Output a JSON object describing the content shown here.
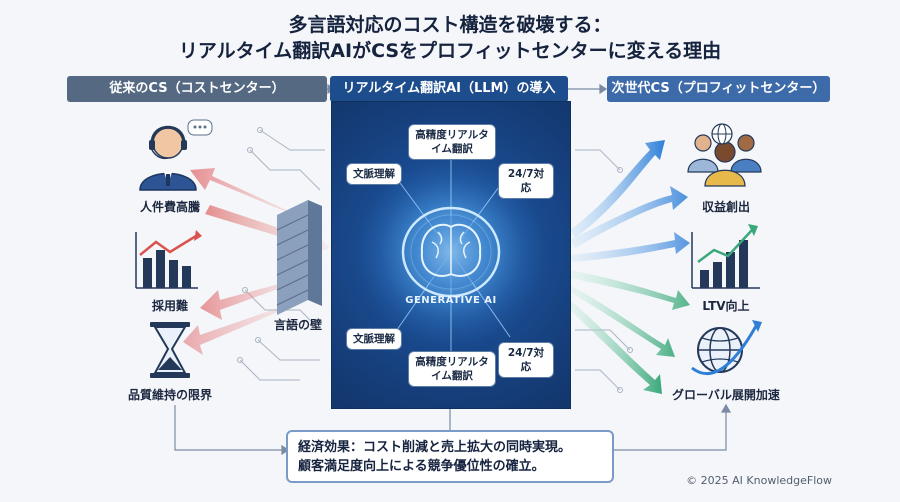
{
  "title": {
    "line1": "多言語対応のコスト構造を破壊する：",
    "line2": "リアルタイム翻訳AIがCSをプロフィットセンターに変える理由"
  },
  "headers": {
    "left": "従来のCS（コストセンター）",
    "middle": "リアルタイム翻訳AI（LLM）の導入",
    "right": "次世代CS（プロフィットセンター）"
  },
  "left_items": {
    "item1": "人件費高騰",
    "item2": "採用難",
    "item3": "品質維持の限界",
    "wall": "言語の壁"
  },
  "center": {
    "ai_label": "GENERATIVE AI",
    "top_bubbles": {
      "accuracy": "高精度リアルタイム翻訳",
      "context": "文脈理解",
      "always": "24/7対応"
    },
    "bottom_bubbles": {
      "accuracy": "高精度リアルタイム翻訳",
      "context": "文脈理解",
      "always": "24/7対応"
    }
  },
  "right_items": {
    "item1": "収益創出",
    "item2": "LTV向上",
    "item3": "グローバル展開加速"
  },
  "bottom": {
    "line1": "経済効果：コスト削減と売上拡大の同時実現。",
    "line2": "顧客満足度向上による競争優位性の確立。"
  },
  "copyright": "© 2025 AI KnowledgeFlow",
  "colors": {
    "header_left": "#556982",
    "header_mid": "#1d4d8c",
    "header_right": "#3d6aa8",
    "arrow_red": "#d9534f",
    "arrow_blue": "#2f7fd8",
    "arrow_green": "#3aa87a"
  }
}
